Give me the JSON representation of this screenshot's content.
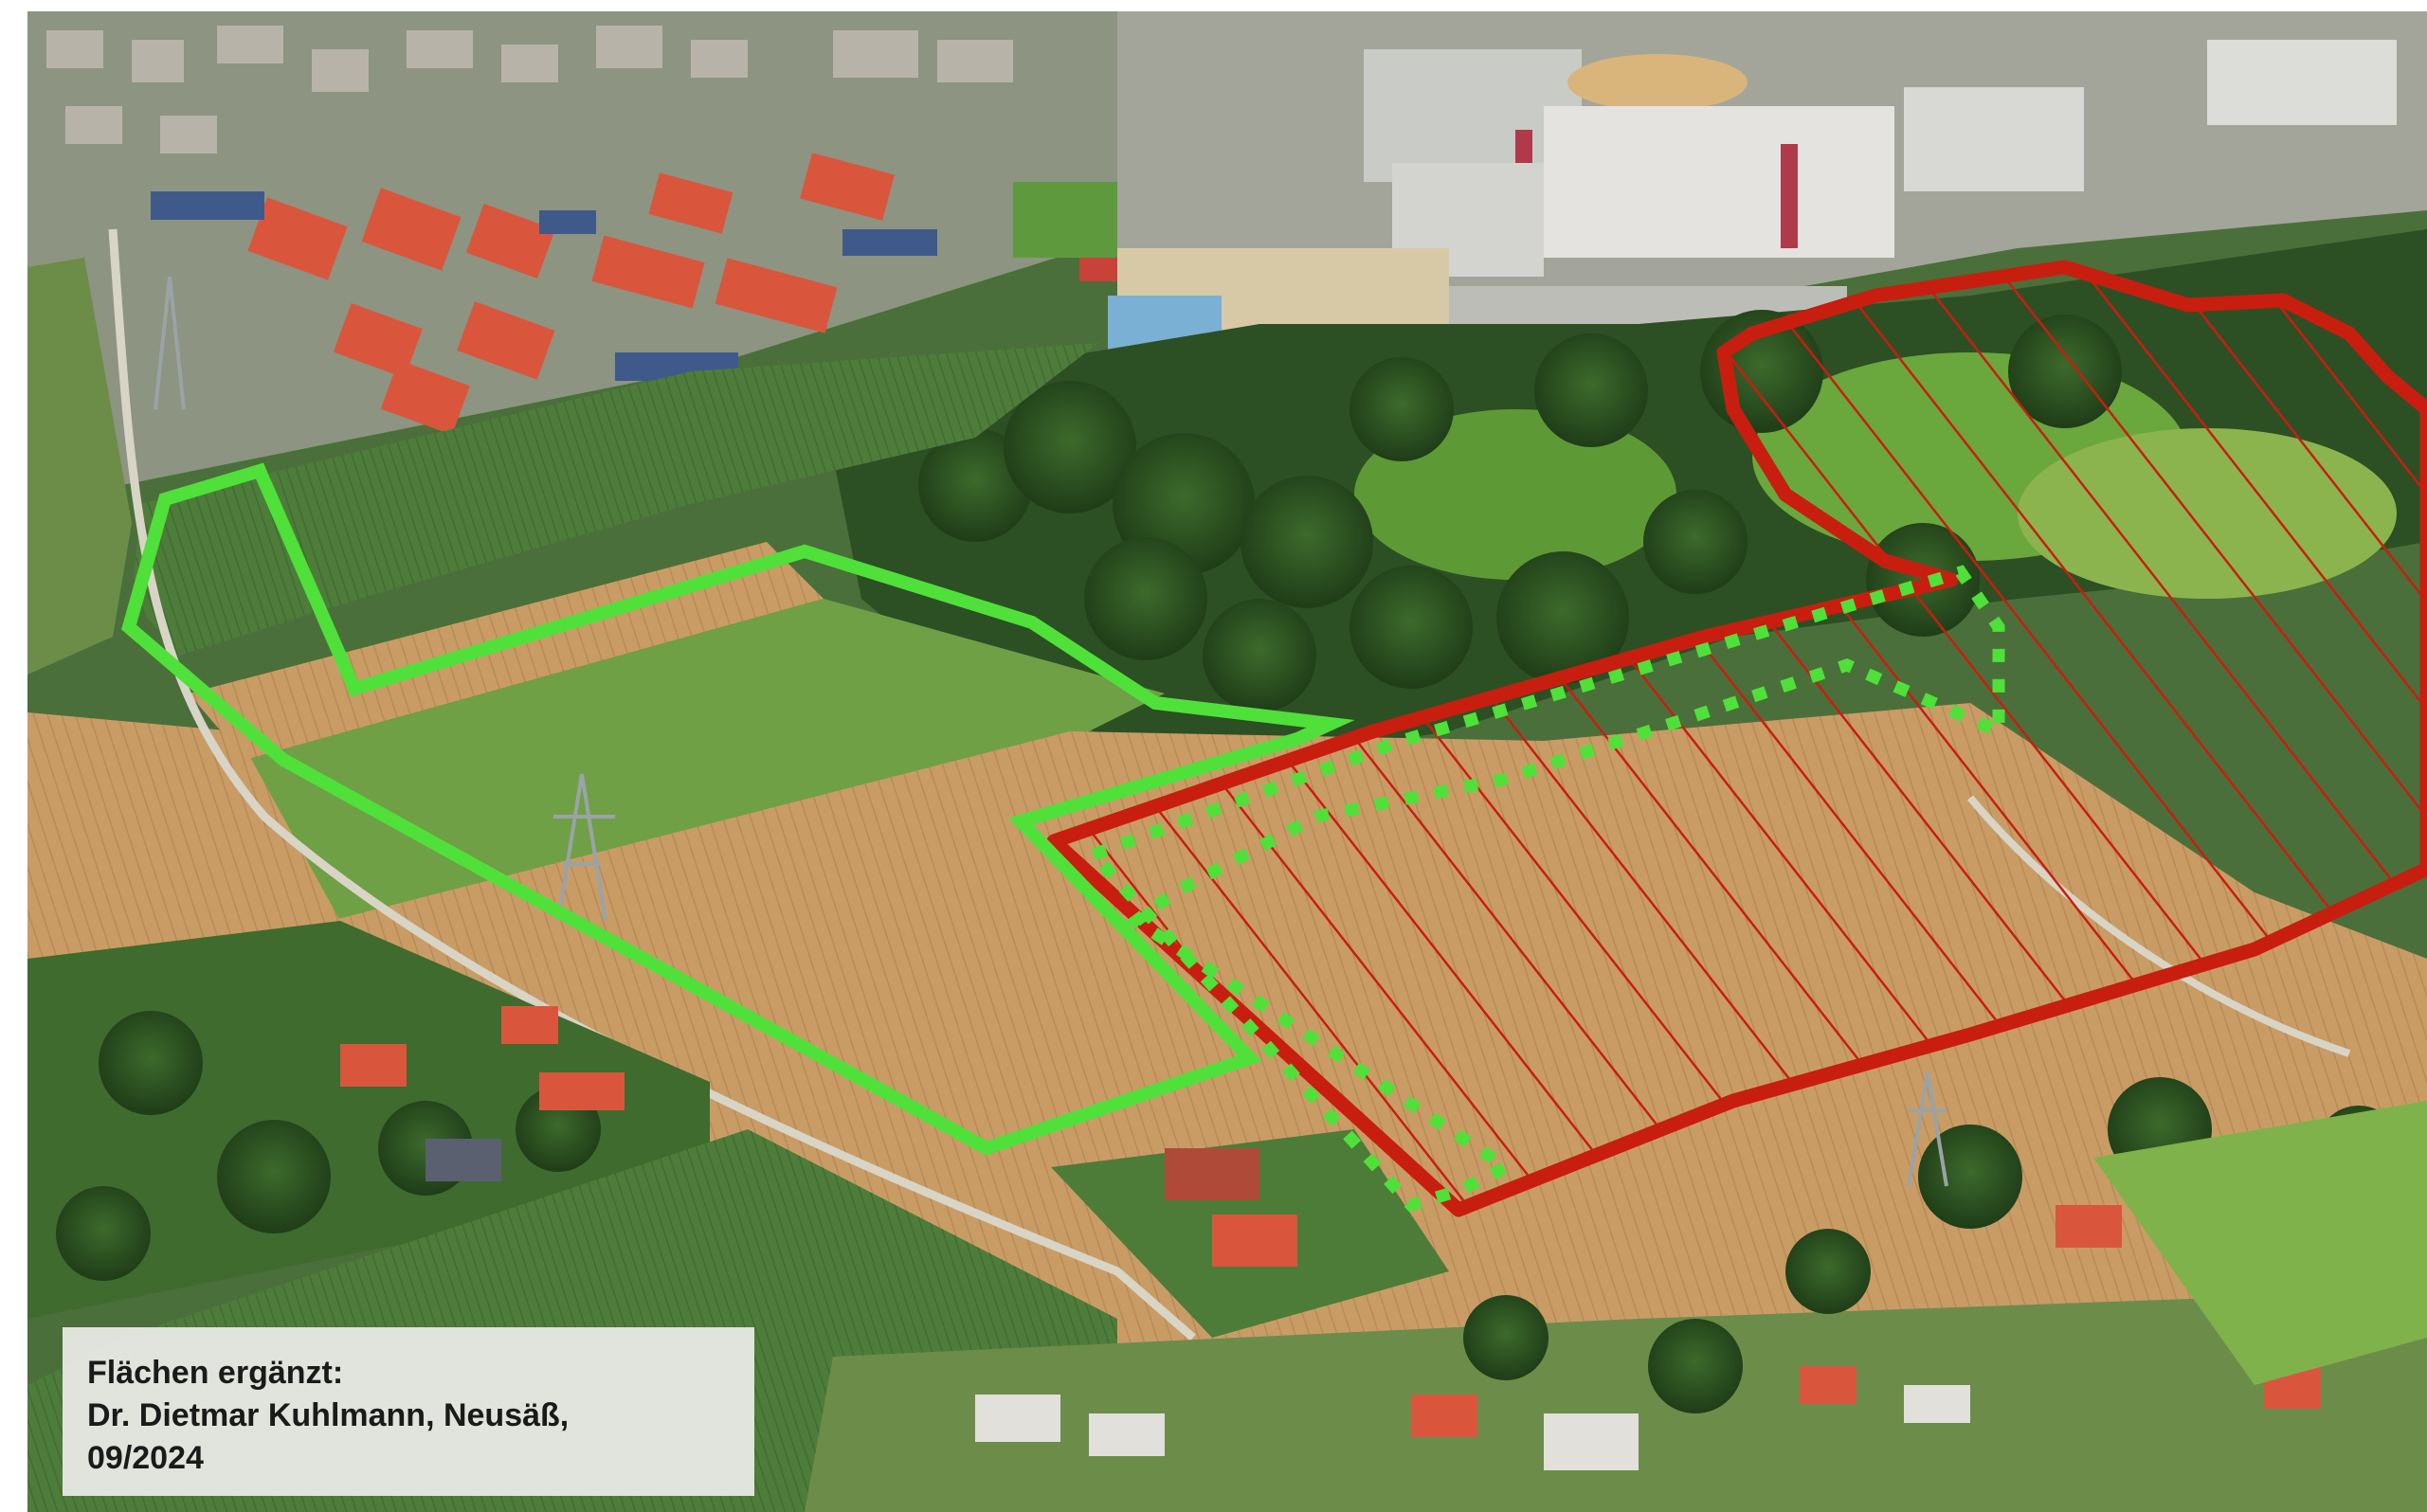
{
  "caption": {
    "line1": "Flächen ergänzt:",
    "line2": "Dr. Dietmar Kuhlmann, Neusäß,",
    "line3": "09/2024"
  },
  "overlay": {
    "green_outline_color": "#4fe03a",
    "red_area_color": "#c81e0f",
    "red_area_style": "hatched",
    "green_dotted_style": "dotted"
  },
  "scene": {
    "description_icons": [
      "aerial-photo",
      "hospital-complex",
      "residential-area",
      "fields",
      "forest",
      "power-pylon"
    ]
  }
}
